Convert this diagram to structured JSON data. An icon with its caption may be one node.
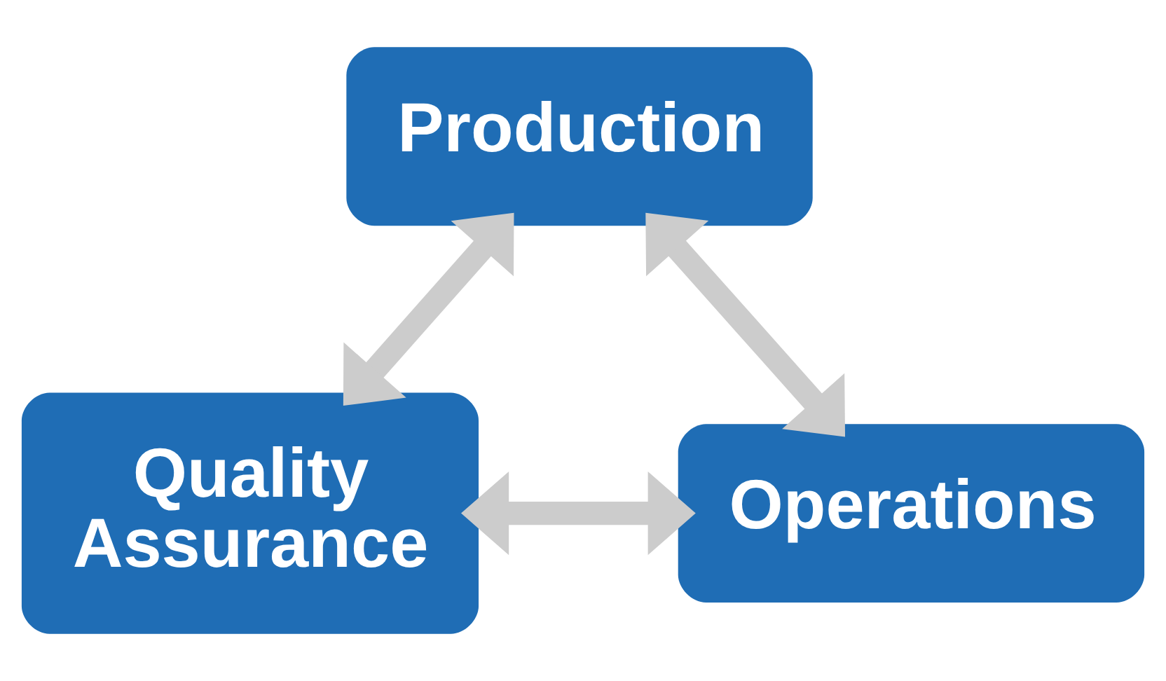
{
  "diagram": {
    "nodes": [
      {
        "text": [
          "Production"
        ]
      },
      {
        "text": [
          "Quality Assurance"
        ]
      },
      {
        "text": [
          "Operations"
        ]
      }
    ],
    "edges": [
      {
        "from": 0,
        "to": 1,
        "arrow": "both"
      },
      {
        "from": 0,
        "to": 2,
        "arrow": "both"
      },
      {
        "from": 1,
        "to": 2,
        "arrow": "both"
      }
    ]
  }
}
